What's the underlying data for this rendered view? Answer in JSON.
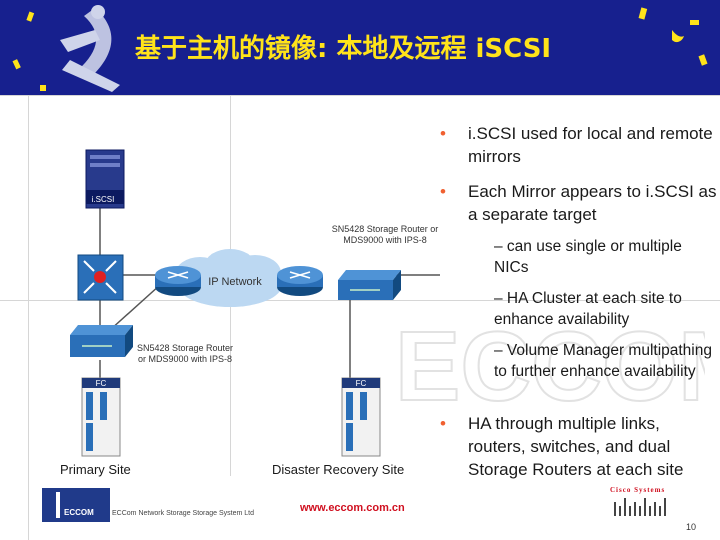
{
  "title": "基于主机的镜像: 本地及远程 iSCSI",
  "bullets": [
    {
      "text": "i.SCSI used for local and remote mirrors"
    },
    {
      "text": "Each Mirror appears to i.SCSI as a separate target"
    },
    {
      "text": "HA through multiple links, routers, switches, and dual Storage Routers at each site"
    }
  ],
  "sub_bullets": [
    "– can use single or multiple NICs",
    "– HA Cluster at each site to enhance availability",
    "– Volume Manager multipathing to further enhance availability"
  ],
  "diagram": {
    "iscsi_label": "i.SCSI",
    "router_label_top": "SN5428 Storage Router or MDS9000 with IPS-8",
    "router_label_left": "SN5428 Storage Router or MDS9000 with IPS-8",
    "network_label": "IP Network",
    "fc_left": "FC",
    "fc_right": "FC",
    "primary_site": "Primary Site",
    "dr_site": "Disaster Recovery Site"
  },
  "footer": {
    "company": "ECCOM",
    "tagline": "ECCom Network Storage Storage System Ltd",
    "url": "www.eccom.com.cn",
    "partner": "Cisco Systems",
    "page_number": "10"
  },
  "watermark": "ECCOM",
  "colors": {
    "header": "#17208e",
    "title": "#ffe31a",
    "accent": "#f06030",
    "cloud": "#bcd8f2",
    "url": "#d01020",
    "router": "#2a6fb8"
  }
}
